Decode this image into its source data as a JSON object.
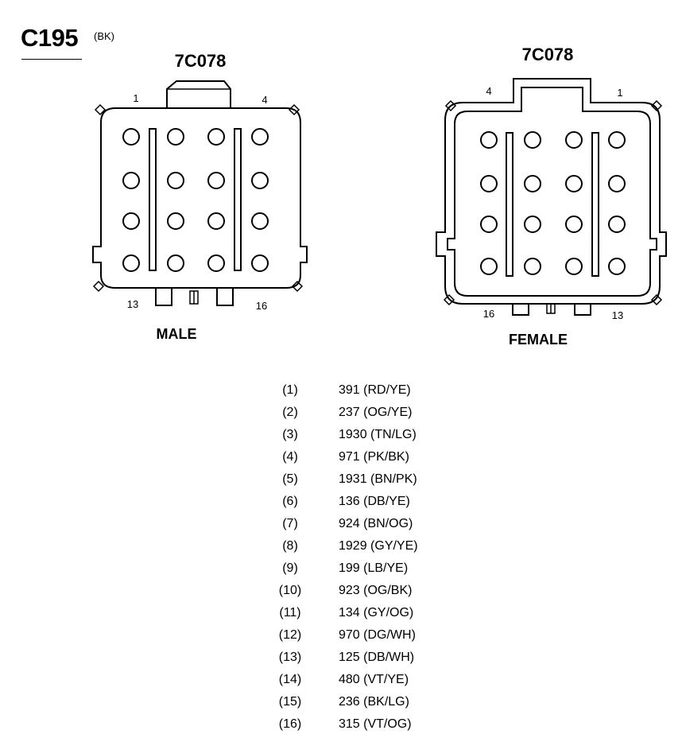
{
  "header": {
    "connector_id": "C195",
    "connector_color": "(BK)"
  },
  "connectors": [
    {
      "part_number": "7C078",
      "gender": "MALE",
      "pin_labels": {
        "top_left": "1",
        "top_right": "4",
        "bottom_left": "13",
        "bottom_right": "16"
      }
    },
    {
      "part_number": "7C078",
      "gender": "FEMALE",
      "pin_labels": {
        "top_left": "4",
        "top_right": "1",
        "bottom_left": "16",
        "bottom_right": "13"
      }
    }
  ],
  "pinout": [
    {
      "pin": "(1)",
      "circuit": "391 (RD/YE)"
    },
    {
      "pin": "(2)",
      "circuit": "237 (OG/YE)"
    },
    {
      "pin": "(3)",
      "circuit": "1930 (TN/LG)"
    },
    {
      "pin": "(4)",
      "circuit": "971 (PK/BK)"
    },
    {
      "pin": "(5)",
      "circuit": "1931 (BN/PK)"
    },
    {
      "pin": "(6)",
      "circuit": "136 (DB/YE)"
    },
    {
      "pin": "(7)",
      "circuit": "924 (BN/OG)"
    },
    {
      "pin": "(8)",
      "circuit": "1929 (GY/YE)"
    },
    {
      "pin": "(9)",
      "circuit": "199 (LB/YE)"
    },
    {
      "pin": "(10)",
      "circuit": "923 (OG/BK)"
    },
    {
      "pin": "(11)",
      "circuit": "134 (GY/OG)"
    },
    {
      "pin": "(12)",
      "circuit": "970 (DG/WH)"
    },
    {
      "pin": "(13)",
      "circuit": "125 (DB/WH)"
    },
    {
      "pin": "(14)",
      "circuit": "480 (VT/YE)"
    },
    {
      "pin": "(15)",
      "circuit": "236 (BK/LG)"
    },
    {
      "pin": "(16)",
      "circuit": "315 (VT/OG)"
    }
  ]
}
